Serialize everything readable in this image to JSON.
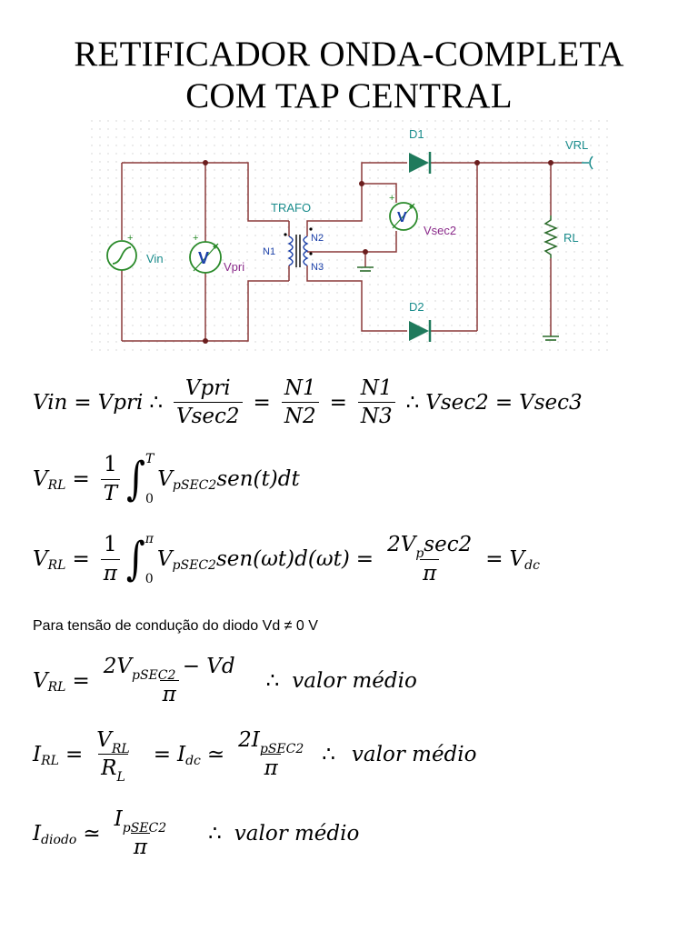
{
  "title": {
    "line1": "RETIFICADOR ONDA-COMPLETA",
    "line2": "COM TAP CENTRAL"
  },
  "circuit": {
    "labels": {
      "d1": "D1",
      "d2": "D2",
      "vrl": "VRL",
      "trafo": "TRAFO",
      "n1": "N1",
      "n2": "N2",
      "n3": "N3",
      "vsec2": "Vsec2",
      "rl": "RL",
      "vin": "Vin",
      "vpri": "Vpri",
      "meter": "V",
      "plus": "+"
    },
    "colors": {
      "wire": "#8b3a3a",
      "diode": "#1f7a5c",
      "label_teal": "#1a8c8c",
      "label_purple": "#8a2a8a",
      "meter_blue": "#1a3fa8",
      "grid": "#c8c8c8"
    }
  },
  "eq1": {
    "lhs": "Vin",
    "vpri": "Vpri",
    "frac1_num": "Vpri",
    "frac1_den": "Vsec2",
    "frac2_num": "N1",
    "frac2_den": "N2",
    "frac3_num": "N1",
    "frac3_den": "N3",
    "vsec2": "Vsec2",
    "vsec3": "Vsec3"
  },
  "eq2": {
    "lhs_base": "V",
    "lhs_sub": "RL",
    "frac_num": "1",
    "frac_den": "T",
    "upper": "T",
    "lower": "0",
    "integrand_base": "V",
    "integrand_sub": "pSEC2",
    "integrand_rest": "sen(t)dt"
  },
  "eq3": {
    "lhs_base": "V",
    "lhs_sub": "RL",
    "frac_num": "1",
    "frac_den": "π",
    "upper": "π",
    "lower": "0",
    "integrand_base": "V",
    "integrand_sub": "pSEC2",
    "integrand_rest": "sen(ωt)d(ωt)",
    "rfrac_num_pre": "2V",
    "rfrac_num_sub": "p",
    "rfrac_num_post": "sec2",
    "rfrac_den": "π",
    "rhs_base": "V",
    "rhs_sub": "dc"
  },
  "note": "Para tensão de condução do diodo Vd ≠ 0 V",
  "eq4": {
    "lhs_base": "V",
    "lhs_sub": "RL",
    "num_pre": "2V",
    "num_sub": "pSEC2",
    "num_post": " − Vd",
    "den": "π",
    "therefore": "∴",
    "label": "valor médio"
  },
  "eq5": {
    "lhs_base": "I",
    "lhs_sub": "RL",
    "frac_num_base": "V",
    "frac_num_sub": "RL",
    "frac_den_base": "R",
    "frac_den_sub": "L",
    "mid_base": "I",
    "mid_sub": "dc",
    "approx": "≃",
    "rnum_pre": "2I",
    "rnum_sub": "pSEC2",
    "rden": "π",
    "therefore": "∴",
    "label": "valor médio"
  },
  "eq6": {
    "lhs_base": "I",
    "lhs_sub": "diodo",
    "approx": "≃",
    "num_base": "I",
    "num_sub": "pSEC2",
    "den": "π",
    "therefore": "∴",
    "label": "valor médio"
  }
}
